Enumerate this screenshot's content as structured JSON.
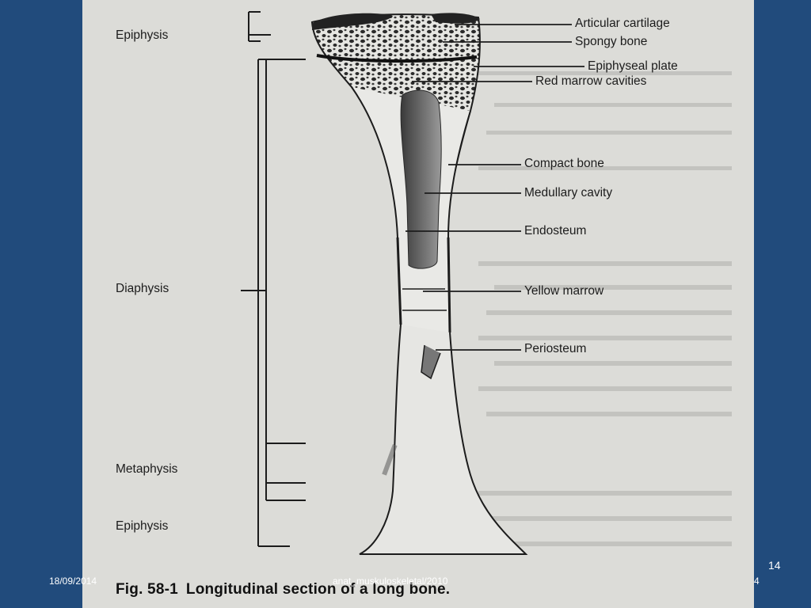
{
  "labels": {
    "left": {
      "epiphysis_top": "Epiphysis",
      "diaphysis": "Diaphysis",
      "metaphysis": "Metaphysis",
      "epiphysis_bottom": "Epiphysis"
    },
    "right": {
      "articular_cartilage": "Articular cartilage",
      "spongy_bone": "Spongy bone",
      "epiphyseal_plate": "Epiphyseal plate",
      "red_marrow": "Red marrow cavities",
      "compact_bone": "Compact bone",
      "medullary_cavity": "Medullary cavity",
      "endosteum": "Endosteum",
      "yellow_marrow": "Yellow marrow",
      "periosteum": "Periosteum"
    }
  },
  "caption": {
    "fig": "Fig. 58-1",
    "text": "Longitudinal section of a long bone."
  },
  "footer": {
    "date": "18/09/2014",
    "center": "anat_muskuloskeletal/2010",
    "right_num": "4",
    "slide_number": "14"
  },
  "colors": {
    "slide_background": "#214b7c",
    "page_background": "#dcdcd8",
    "ink": "#1c1c1c"
  }
}
